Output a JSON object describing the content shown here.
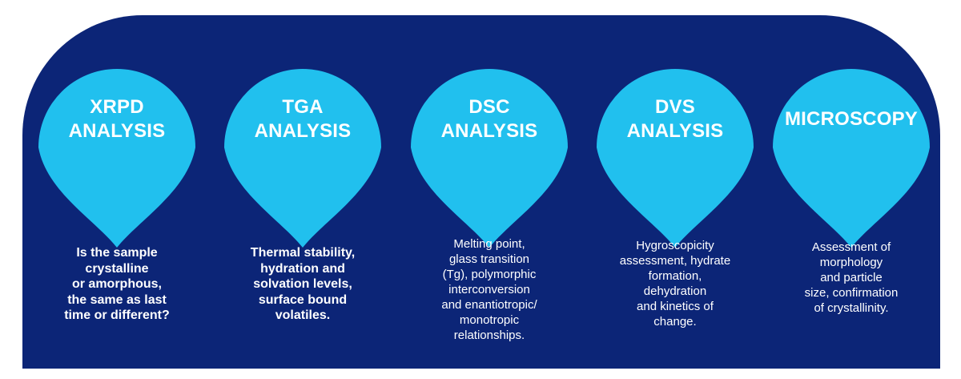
{
  "colors": {
    "background": "#0c2577",
    "pin": "#21c0ee",
    "text": "#ffffff"
  },
  "items": [
    {
      "title": "XRPD\nANALYSIS",
      "description": "Is the sample\ncrystalline\nor amorphous,\nthe same as last\ntime or different?"
    },
    {
      "title": "TGA\nANALYSIS",
      "description": "Thermal stability,\nhydration and\nsolvation levels,\nsurface bound\nvolatiles."
    },
    {
      "title": "DSC\nANALYSIS",
      "description": "Melting point,\nglass transition\n(Tg), polymorphic\ninterconversion\nand enantiotropic/\nmonotropic\nrelationships."
    },
    {
      "title": "DVS\nANALYSIS",
      "description": "Hygroscopicity\nassessment, hydrate\nformation,\ndehydration\nand kinetics of\nchange."
    },
    {
      "title": "MICROSCOPY",
      "description": "Assessment of\nmorphology\nand particle\nsize, confirmation\nof crystallinity."
    }
  ]
}
